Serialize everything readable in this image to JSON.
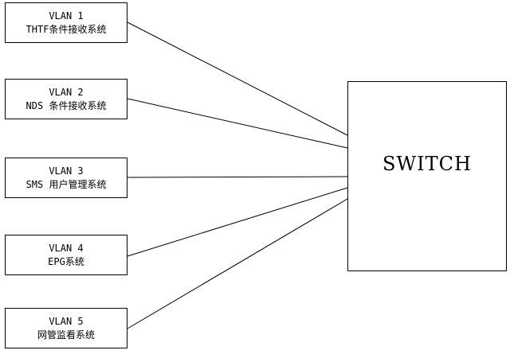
{
  "switch": {
    "label": "SWITCH"
  },
  "vlans": [
    {
      "title": "VLAN 1",
      "label": "THTF条件接收系统"
    },
    {
      "title": "VLAN 2",
      "label": "NDS 条件接收系统"
    },
    {
      "title": "VLAN 3",
      "label": "SMS 用户管理系统"
    },
    {
      "title": "VLAN 4",
      "label": "EPG系统"
    },
    {
      "title": "VLAN 5",
      "label": "网管监看系统"
    }
  ]
}
